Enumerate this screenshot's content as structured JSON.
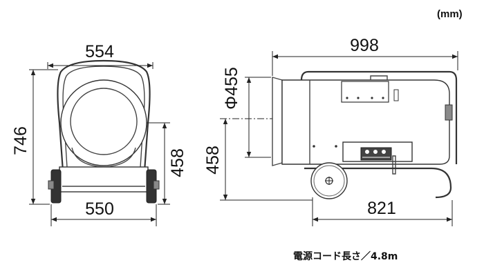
{
  "unit_label": "(mm)",
  "front_view": {
    "top_width": "554",
    "height": "746",
    "burner_height": "458",
    "base_width": "550"
  },
  "side_view": {
    "length": "998",
    "duct_diameter": "Φ455",
    "burner_height": "458",
    "wheelbase_length": "821"
  },
  "cord_note": "電源コード長さ／4.8m"
}
